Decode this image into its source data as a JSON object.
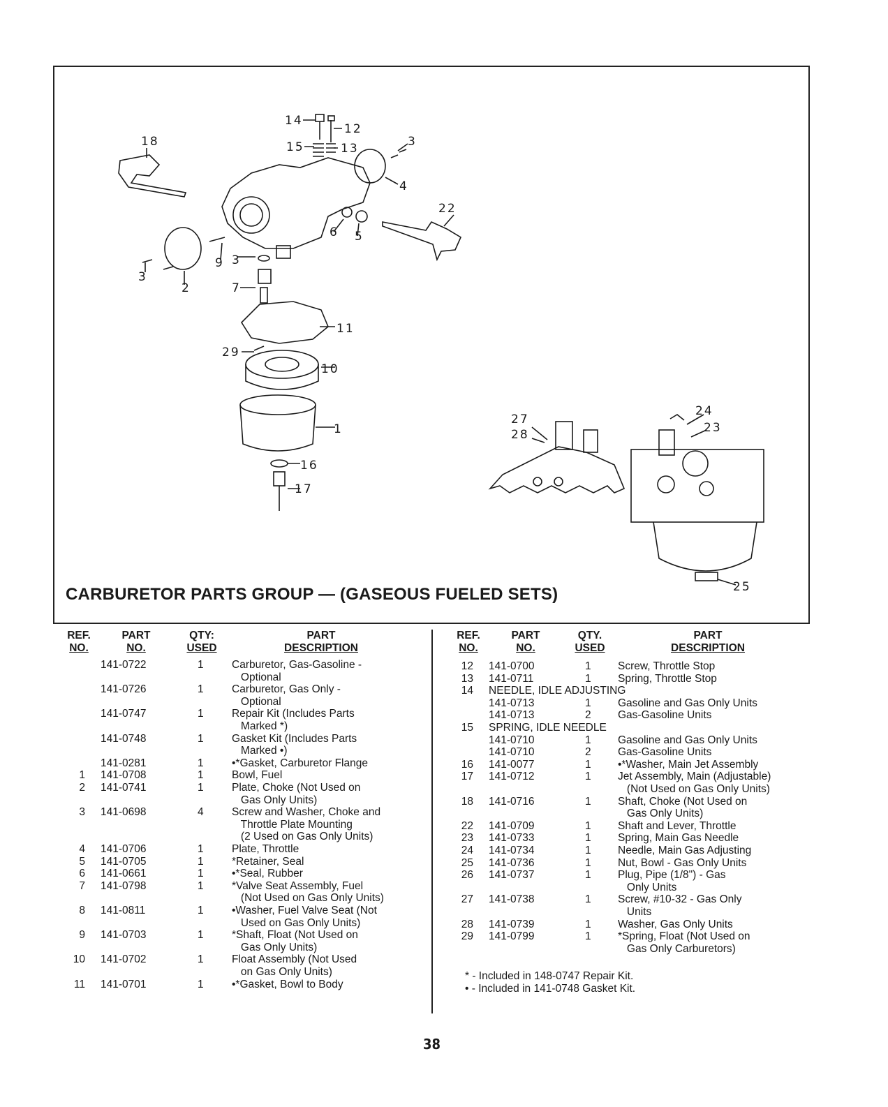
{
  "title": "CARBURETOR PARTS GROUP — (GASEOUS FUELED SETS)",
  "page_number": "38",
  "callouts": {
    "c14": "14",
    "c12": "12",
    "c18": "18",
    "c15": "15",
    "c13": "13",
    "c3a": "3",
    "c4": "4",
    "c22": "22",
    "c6": "6",
    "c5": "5",
    "c9": "9",
    "c3b": "3",
    "c3c": "3",
    "c2": "2",
    "c7": "7",
    "c11": "11",
    "c29": "29",
    "c10": "10",
    "c1": "1",
    "c16": "16",
    "c17": "17",
    "c27": "27",
    "c28": "28",
    "c24": "24",
    "c23": "23",
    "c25": "25"
  },
  "headers": {
    "ref": [
      "REF.",
      "NO."
    ],
    "part": [
      "PART",
      "NO."
    ],
    "qty_left": [
      "QTY:",
      "USED"
    ],
    "qty_right": [
      "QTY.",
      "USED"
    ],
    "desc": [
      "PART",
      "DESCRIPTION"
    ]
  },
  "left_rows": [
    {
      "ref": "",
      "part": "141-0722",
      "qty": "1",
      "desc": "Carburetor, Gas-Gasoline -"
    },
    {
      "ref": "",
      "part": "",
      "qty": "",
      "desc": "   Optional"
    },
    {
      "ref": "",
      "part": "141-0726",
      "qty": "1",
      "desc": "Carburetor, Gas Only -"
    },
    {
      "ref": "",
      "part": "",
      "qty": "",
      "desc": "   Optional"
    },
    {
      "ref": "",
      "part": "141-0747",
      "qty": "1",
      "desc": "Repair Kit (Includes Parts"
    },
    {
      "ref": "",
      "part": "",
      "qty": "",
      "desc": "   Marked *)"
    },
    {
      "ref": "",
      "part": "141-0748",
      "qty": "1",
      "desc": "Gasket Kit (Includes Parts"
    },
    {
      "ref": "",
      "part": "",
      "qty": "",
      "desc": "   Marked •)"
    },
    {
      "ref": "",
      "part": "141-0281",
      "qty": "1",
      "desc": "•*Gasket, Carburetor Flange"
    },
    {
      "ref": "1",
      "part": "141-0708",
      "qty": "1",
      "desc": "Bowl, Fuel"
    },
    {
      "ref": "2",
      "part": "141-0741",
      "qty": "1",
      "desc": "Plate, Choke (Not Used on"
    },
    {
      "ref": "",
      "part": "",
      "qty": "",
      "desc": "   Gas Only Units)"
    },
    {
      "ref": "3",
      "part": "141-0698",
      "qty": "4",
      "desc": "Screw and Washer, Choke and"
    },
    {
      "ref": "",
      "part": "",
      "qty": "",
      "desc": "   Throttle Plate Mounting"
    },
    {
      "ref": "",
      "part": "",
      "qty": "",
      "desc": "   (2 Used on Gas Only Units)"
    },
    {
      "ref": "4",
      "part": "141-0706",
      "qty": "1",
      "desc": "Plate, Throttle"
    },
    {
      "ref": "5",
      "part": "141-0705",
      "qty": "1",
      "desc": "*Retainer, Seal"
    },
    {
      "ref": "6",
      "part": "141-0661",
      "qty": "1",
      "desc": "•*Seal, Rubber"
    },
    {
      "ref": "7",
      "part": "141-0798",
      "qty": "1",
      "desc": "*Valve Seat Assembly, Fuel"
    },
    {
      "ref": "",
      "part": "",
      "qty": "",
      "desc": "   (Not Used on Gas Only Units)"
    },
    {
      "ref": "8",
      "part": "141-0811",
      "qty": "1",
      "desc": "•Washer, Fuel Valve Seat (Not"
    },
    {
      "ref": "",
      "part": "",
      "qty": "",
      "desc": "   Used on Gas Only Units)"
    },
    {
      "ref": "9",
      "part": "141-0703",
      "qty": "1",
      "desc": "*Shaft, Float (Not Used on"
    },
    {
      "ref": "",
      "part": "",
      "qty": "",
      "desc": "   Gas Only Units)"
    },
    {
      "ref": "10",
      "part": "141-0702",
      "qty": "1",
      "desc": "Float Assembly (Not Used"
    },
    {
      "ref": "",
      "part": "",
      "qty": "",
      "desc": "   on Gas Only Units)"
    },
    {
      "ref": "11",
      "part": "141-0701",
      "qty": "1",
      "desc": "•*Gasket, Bowl to Body"
    }
  ],
  "right_rows": [
    {
      "ref": "12",
      "part": "141-0700",
      "qty": "1",
      "desc": "Screw, Throttle Stop"
    },
    {
      "ref": "13",
      "part": "141-0711",
      "qty": "1",
      "desc": "Spring, Throttle Stop"
    },
    {
      "ref": "14",
      "part": "NEEDLE, IDLE ADJUSTING",
      "qty": "",
      "desc": ""
    },
    {
      "ref": "",
      "part": "141-0713",
      "qty": "1",
      "desc": "Gasoline and Gas Only Units"
    },
    {
      "ref": "",
      "part": "141-0713",
      "qty": "2",
      "desc": "Gas-Gasoline Units"
    },
    {
      "ref": "15",
      "part": "SPRING, IDLE NEEDLE",
      "qty": "",
      "desc": ""
    },
    {
      "ref": "",
      "part": "141-0710",
      "qty": "1",
      "desc": "Gasoline and Gas Only Units"
    },
    {
      "ref": "",
      "part": "141-0710",
      "qty": "2",
      "desc": "Gas-Gasoline Units"
    },
    {
      "ref": "16",
      "part": "141-0077",
      "qty": "1",
      "desc": "•*Washer, Main Jet Assembly"
    },
    {
      "ref": "17",
      "part": "141-0712",
      "qty": "1",
      "desc": "Jet Assembly, Main (Adjustable)"
    },
    {
      "ref": "",
      "part": "",
      "qty": "",
      "desc": "   (Not Used on Gas Only Units)"
    },
    {
      "ref": "18",
      "part": "141-0716",
      "qty": "1",
      "desc": "Shaft, Choke (Not Used on"
    },
    {
      "ref": "",
      "part": "",
      "qty": "",
      "desc": "   Gas Only Units)"
    },
    {
      "ref": "22",
      "part": "141-0709",
      "qty": "1",
      "desc": "Shaft and Lever, Throttle"
    },
    {
      "ref": "23",
      "part": "141-0733",
      "qty": "1",
      "desc": "Spring, Main Gas Needle"
    },
    {
      "ref": "24",
      "part": "141-0734",
      "qty": "1",
      "desc": "Needle, Main Gas Adjusting"
    },
    {
      "ref": "25",
      "part": "141-0736",
      "qty": "1",
      "desc": "Nut, Bowl - Gas Only Units"
    },
    {
      "ref": "26",
      "part": "141-0737",
      "qty": "1",
      "desc": "Plug, Pipe (1/8\") - Gas"
    },
    {
      "ref": "",
      "part": "",
      "qty": "",
      "desc": "   Only Units"
    },
    {
      "ref": "27",
      "part": "141-0738",
      "qty": "1",
      "desc": "Screw, #10-32 - Gas Only"
    },
    {
      "ref": "",
      "part": "",
      "qty": "",
      "desc": "   Units"
    },
    {
      "ref": "28",
      "part": "141-0739",
      "qty": "1",
      "desc": "Washer, Gas Only Units"
    },
    {
      "ref": "29",
      "part": "141-0799",
      "qty": "1",
      "desc": "*Spring, Float (Not Used on"
    },
    {
      "ref": "",
      "part": "",
      "qty": "",
      "desc": "   Gas Only Carburetors)"
    }
  ],
  "notes": [
    "* - Included in 148-0747 Repair Kit.",
    "• - Included in 141-0748 Gasket Kit."
  ]
}
